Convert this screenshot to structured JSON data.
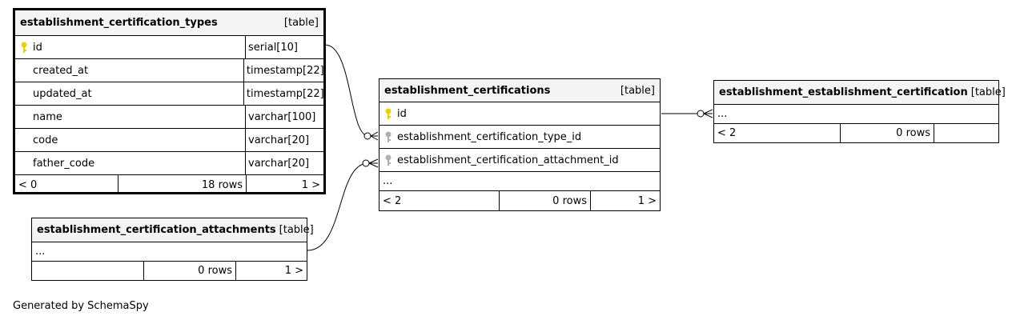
{
  "tables": {
    "types": {
      "name": "establishment_certification_types",
      "kind": "[table]",
      "columns": [
        {
          "name": "id",
          "type": "serial[10]"
        },
        {
          "name": "created_at",
          "type": "timestamp[22]"
        },
        {
          "name": "updated_at",
          "type": "timestamp[22]"
        },
        {
          "name": "name",
          "type": "varchar[100]"
        },
        {
          "name": "code",
          "type": "varchar[20]"
        },
        {
          "name": "father_code",
          "type": "varchar[20]"
        }
      ],
      "footer": {
        "parents": "< 0",
        "rows": "18 rows",
        "children": "1 >"
      }
    },
    "certifications": {
      "name": "establishment_certifications",
      "kind": "[table]",
      "columns": [
        {
          "name": "id"
        },
        {
          "name": "establishment_certification_type_id"
        },
        {
          "name": "establishment_certification_attachment_id"
        }
      ],
      "ellipsis": "...",
      "footer": {
        "parents": "< 2",
        "rows": "0 rows",
        "children": "1 >"
      }
    },
    "link": {
      "name": "establishment_establishment_certification",
      "kind": "[table]",
      "ellipsis": "...",
      "footer": {
        "parents": "< 2",
        "rows": "0 rows",
        "children": ""
      }
    },
    "attachments": {
      "name": "establishment_certification_attachments",
      "kind": "[table]",
      "ellipsis": "...",
      "footer": {
        "parents": "",
        "rows": "0 rows",
        "children": "1 >"
      }
    }
  },
  "icons": {
    "primary_key": "key-icon",
    "foreign_key": "key-icon"
  },
  "colors": {
    "primary_key": "#e8d000",
    "foreign_key": "#b0b0b0"
  },
  "credit": "Generated by SchemaSpy"
}
